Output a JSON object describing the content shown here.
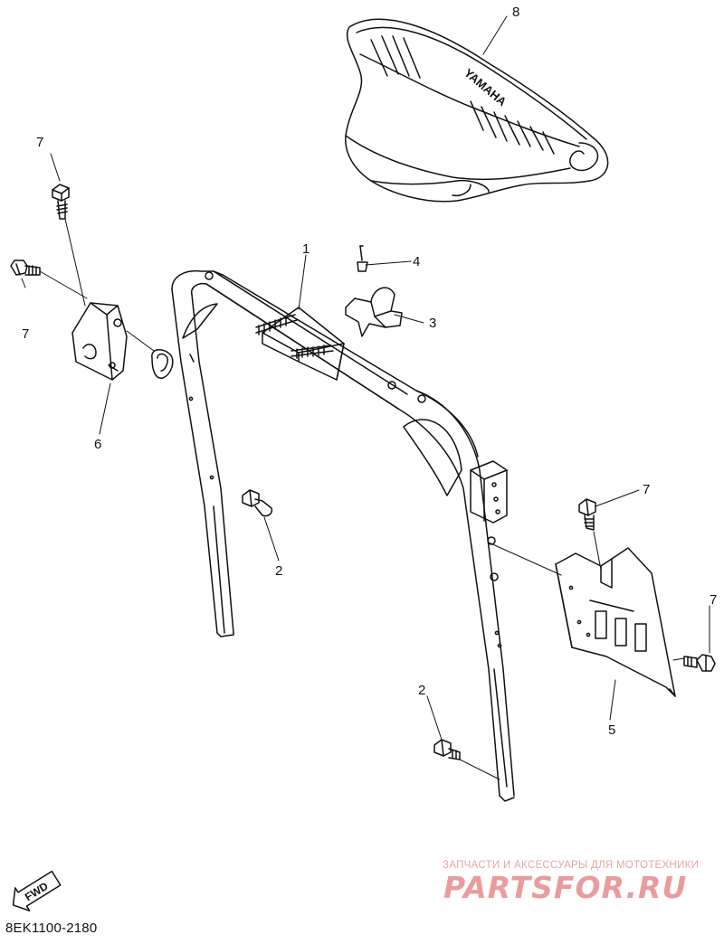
{
  "diagram": {
    "callouts": [
      {
        "id": "1",
        "text": "1"
      },
      {
        "id": "2a",
        "text": "2"
      },
      {
        "id": "2b",
        "text": "2"
      },
      {
        "id": "3",
        "text": "3"
      },
      {
        "id": "4",
        "text": "4"
      },
      {
        "id": "5",
        "text": "5"
      },
      {
        "id": "6",
        "text": "6"
      },
      {
        "id": "7a",
        "text": "7"
      },
      {
        "id": "7b",
        "text": "7"
      },
      {
        "id": "7c",
        "text": "7"
      },
      {
        "id": "7d",
        "text": "7"
      },
      {
        "id": "8",
        "text": "8"
      }
    ],
    "seat_brand": "YAMAHA",
    "fwd_label": "FWD",
    "diagram_code": "8EK1100-2180"
  },
  "watermark": {
    "tagline": "ЗАПЧАСТИ И АКСЕССУАРЫ ДЛЯ МОТОТЕХНИКИ",
    "logo": "PARTSFOR.RU",
    "color": "#ea9c9c"
  }
}
